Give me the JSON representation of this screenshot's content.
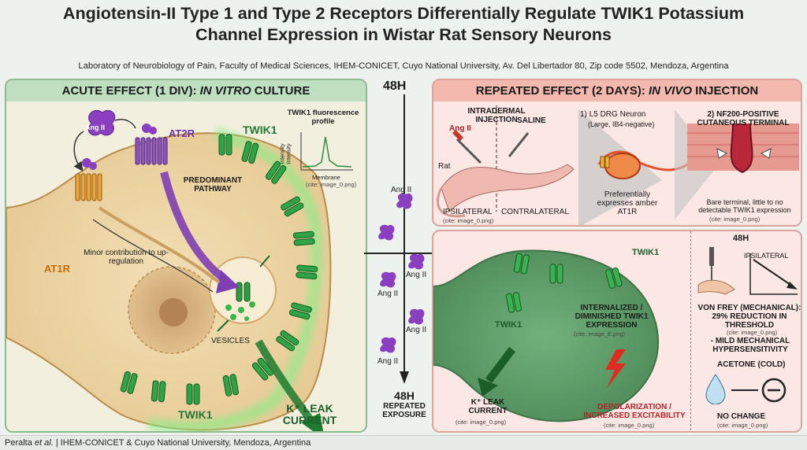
{
  "title_line1": "Angiotensin-II Type 1 and Type 2 Receptors Differentially Regulate TWIK1 Potassium",
  "title_line2": "Channel Expression in Wistar Rat Sensory Neurons",
  "affiliation": "Laboratory of Neurobiology of Pain, Faculty of Medical Sciences, IHEM-CONICET, Cuyo National University, Av. Del Libertador 80, Zip code 5502, Mendoza, Argentina",
  "left": {
    "header_plain": "ACUTE EFFECT (1 DIV): ",
    "header_italic": "IN VITRO",
    "header_tail": " CULTURE",
    "ang2": "Ang II",
    "at2r": "AT2R",
    "at1r": "AT1R",
    "twik1_top": "TWIK1",
    "twik1_bottom": "TWIK1",
    "predominant": "PREDOMINANT PATHWAY",
    "minor": "Minor contribution to up-regulation",
    "vesicles": "VESICLES",
    "k_leak": "K⁺ LEAK CURRENT",
    "profile_title": "TWIK1 fluorescence profile",
    "profile_ylabel": "Intensity",
    "profile_ylabel2": "Intensity",
    "profile_xlabel": "Membrane",
    "profile_cite": "(cite: image_0.png)"
  },
  "middle": {
    "top": "48H",
    "bottom": "48H",
    "bottom_sub1": "REPEATED",
    "bottom_sub2": "EXPOSURE",
    "ang_labels": [
      "Ang II",
      "Ang II",
      "Ang II",
      "Ang II",
      "Ang II"
    ]
  },
  "right_top": {
    "header_plain": "REPEATED EFFECT (2 DAYS): ",
    "header_italic": "IN VIVO",
    "header_tail": " INJECTION",
    "intradermal": "INTRADERMAL INJECTION",
    "saline": "SALINE",
    "ang2": "Ang II",
    "rat": "Rat",
    "ipsilateral": "IPSILATERAL",
    "contralateral": "CONTRALATERAL",
    "inj_cite": "(cite: image_0.png)",
    "drg_title": "1)  L5 DRG Neuron",
    "drg_sub": "(Large, IB4-negative)",
    "drg_text": "Preferentially expresses amber AT1R",
    "nf_title": "2)   NF200-POSITIVE CUTANEOUS TERMINAL",
    "nf_text": "Bare terminal, little to no detectable TWIK1 expression",
    "nf_cite": "(cite: image_0.png)"
  },
  "right_bottom": {
    "twik1_top": "TWIK1",
    "twik1_left": "TWIK1",
    "internalized": "INTERNALIZED / DIMINISHED TWIK1 EXPRESSION",
    "internalized_cite": "(cite: image_E.png)",
    "k_leak": "K⁺ LEAK CURRENT",
    "k_cite": "(cite: image_0.png)",
    "depol": "DEPOLARIZATION / INCREASED EXCITABILITY",
    "depol_cite": "(cite: image_0.png)",
    "h48": "48H",
    "ipsi": "IPSILATERAL",
    "vonfrey": "VON FREY (MECHANICAL): 29% REDUCTION IN THRESHOLD",
    "vonfrey_cite": "(cite: image_0.png)",
    "mild": "- MILD MECHANICAL HYPERSENSITIVITY",
    "acetone": "ACETONE (COLD)",
    "nochange": "NO CHANGE",
    "nochange_cite": "(cite: image_0.png)"
  },
  "footer_author": "Peralta ",
  "footer_etal": "et al.",
  "footer_rest": " | IHEM-CONICET & Cuyo National University, Mendoza, Argentina",
  "colors": {
    "green": "#2e9a45",
    "glow": "#5fe36f",
    "purple": "#7d3fb0",
    "orange": "#e08a1a",
    "red": "#c8301f",
    "pink": "#f6d9d4"
  }
}
